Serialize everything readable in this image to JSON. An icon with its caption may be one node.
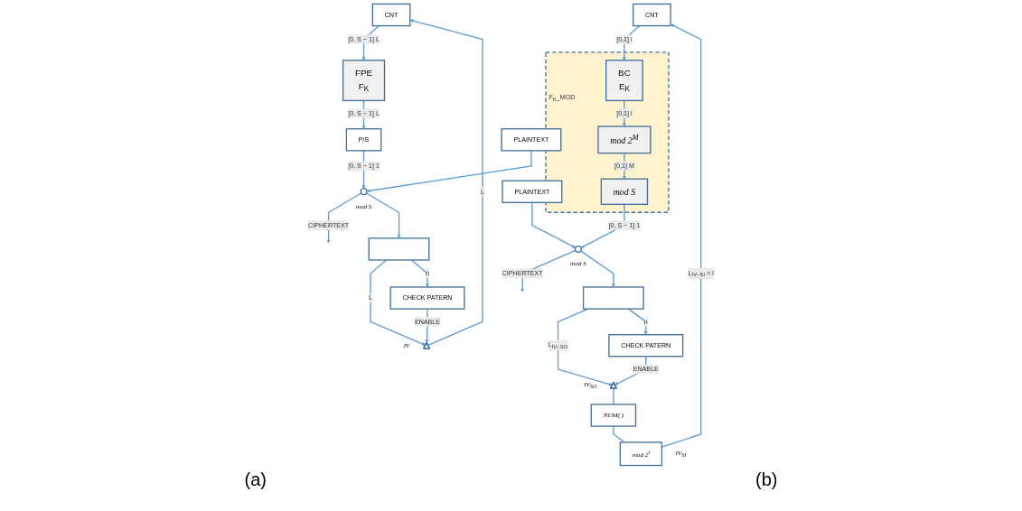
{
  "diagram": {
    "nodes": [
      {
        "text": [
          "CNT"
        ]
      },
      {
        "text": [
          "FPE",
          "F$_{K}$"
        ]
      },
      {
        "text": [
          "P/S"
        ]
      },
      {
        "text": [],
        "shape": "circle",
        "beside": [
          "mod S"
        ]
      },
      {
        "text": [
          "PLAINTEXT"
        ]
      },
      {
        "text": [],
        "shape": "triangle",
        "beside": [
          "IV"
        ]
      },
      {
        "text": [
          "CHECK PATERN"
        ]
      },
      {
        "text": [],
        "shape": "box"
      },
      {
        "text": [
          "CNT"
        ]
      },
      {
        "text": [
          "mod 2$^{l}$"
        ],
        "beside": [
          "IV$_{SI}$"
        ]
      },
      {
        "text": [
          "NUM(·)"
        ]
      },
      {
        "text": [
          "F$_{K}$_MOD"
        ]
      },
      {
        "text": [
          "BC",
          "E$_{K}$"
        ],
        "in": 11
      },
      {
        "text": [
          "mod 2$^{M}$"
        ],
        "in": 11
      },
      {
        "text": [
          "mod S"
        ],
        "in": 11
      },
      {
        "text": [],
        "shape": "triangle",
        "beside": [
          "IV$_{SO}$"
        ]
      },
      {
        "text": [
          "CHECK PATERN"
        ]
      },
      {
        "text": [],
        "shape": "box"
      },
      {
        "text": [
          "PLAINTEXT"
        ]
      },
      {
        "text": [],
        "shape": "circle",
        "beside": [
          "mod S"
        ]
      }
    ],
    "edges": [
      {
        "from": 0,
        "to": 1,
        "arrow": "to",
        "label": "[0, S − 1] L"
      },
      {
        "from": 1,
        "to": 2,
        "arrow": "to",
        "label": "[0, S − 1] L"
      },
      {
        "from": 2,
        "to": 3,
        "arrow": "to",
        "label": "[0, S − 1] 1"
      },
      {
        "from": 4,
        "to": 3,
        "arrow": "to"
      },
      {
        "from": 3,
        "to": null,
        "arrow": "to",
        "label": "CIPHERTEXT"
      },
      {
        "from": 3,
        "to": 7,
        "arrow": "to"
      },
      {
        "from": 7,
        "to": 5,
        "arrow": "to",
        "label": "L"
      },
      {
        "from": 7,
        "to": 6,
        "arrow": "to",
        "label": "n"
      },
      {
        "from": 6,
        "to": 5,
        "arrow": "to",
        "label": "ENABLE"
      },
      {
        "from": 5,
        "to": 0,
        "arrow": "to",
        "label": "L"
      },
      {
        "from": 8,
        "to": 12,
        "arrow": "to",
        "label": "[0,1] l"
      },
      {
        "from": 12,
        "to": 13,
        "arrow": "to",
        "label": "[0,1] l"
      },
      {
        "from": 13,
        "to": 14,
        "arrow": "to",
        "label": "[0,1] M"
      },
      {
        "from": 14,
        "to": 19,
        "arrow": "to",
        "label": "[0, S − 1] 1"
      },
      {
        "from": 18,
        "to": 19,
        "arrow": "to"
      },
      {
        "from": 19,
        "to": null,
        "arrow": "to",
        "label": "CIPHERTEXT"
      },
      {
        "from": 19,
        "to": 17,
        "arrow": "to"
      },
      {
        "from": 17,
        "to": 15,
        "arrow": "to",
        "label": "L$_{IV−SO}$"
      },
      {
        "from": 17,
        "to": 16,
        "arrow": "to",
        "label": "n"
      },
      {
        "from": 16,
        "to": 15,
        "arrow": "to",
        "label": "ENABLE"
      },
      {
        "from": 15,
        "to": 10,
        "arrow": "none"
      },
      {
        "from": 10,
        "to": 9,
        "arrow": "none"
      },
      {
        "from": 9,
        "to": 8,
        "arrow": "to",
        "label": "L$_{IV−SI}$ = l"
      }
    ],
    "labels": [
      "(a)",
      "(b)"
    ]
  }
}
